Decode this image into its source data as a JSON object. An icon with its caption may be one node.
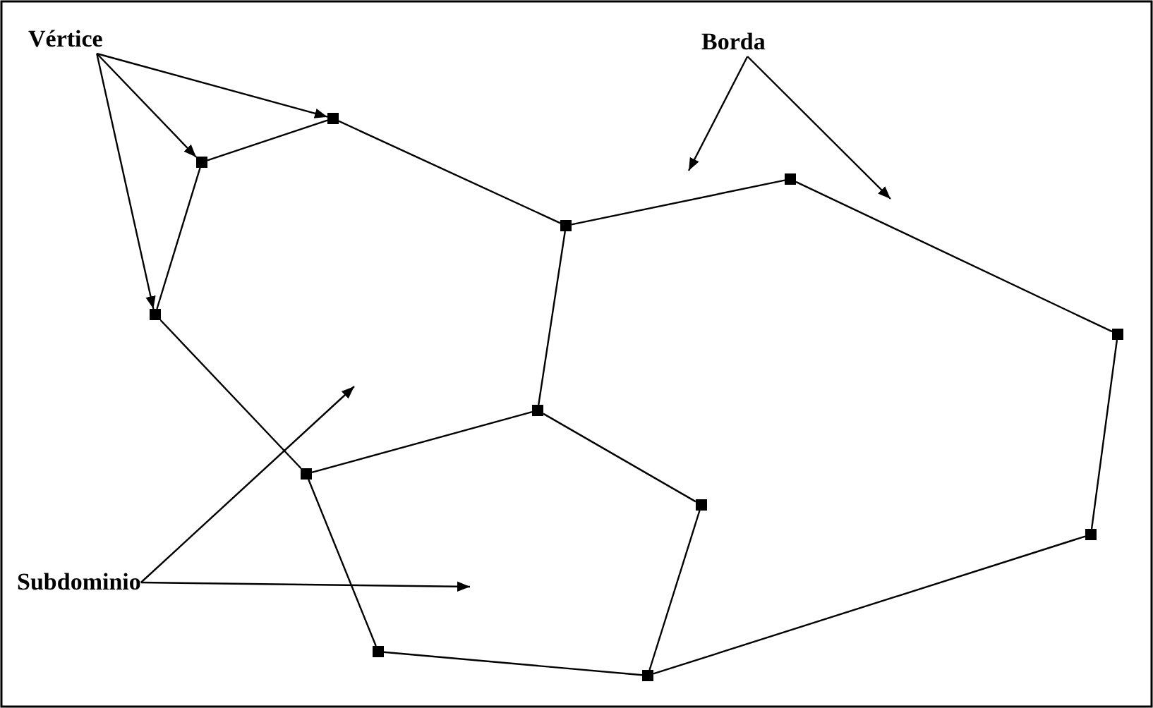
{
  "diagram": {
    "nodes": [
      {
        "text": [
          "Vértice"
        ]
      },
      {
        "text": [
          "Borda"
        ]
      },
      {
        "text": [],
        "shape": "box"
      },
      {
        "text": [],
        "shape": "box"
      },
      {
        "text": [],
        "shape": "box"
      },
      {
        "text": [],
        "shape": "box"
      },
      {
        "text": [],
        "shape": "box"
      },
      {
        "text": [],
        "shape": "box"
      },
      {
        "text": [],
        "shape": "box"
      },
      {
        "text": [],
        "shape": "box"
      },
      {
        "text": [],
        "shape": "box"
      },
      {
        "text": [],
        "shape": "box"
      },
      {
        "text": [],
        "shape": "box"
      },
      {
        "text": [],
        "shape": "box"
      },
      {
        "text": [
          "Subdominio"
        ]
      }
    ],
    "edges": [
      {
        "from": 0,
        "to": 2,
        "arrow": "to"
      },
      {
        "from": 0,
        "to": 3,
        "arrow": "to"
      },
      {
        "from": 0,
        "to": 4,
        "arrow": "to"
      },
      {
        "from": 1,
        "to": null,
        "arrow": "to"
      },
      {
        "from": 1,
        "to": null,
        "arrow": "to"
      },
      {
        "from": 14,
        "to": null,
        "arrow": "to"
      },
      {
        "from": 14,
        "to": null,
        "arrow": "to"
      },
      {
        "from": 3,
        "to": 2,
        "arrow": "none"
      },
      {
        "from": 2,
        "to": 5,
        "arrow": "none"
      },
      {
        "from": 3,
        "to": 4,
        "arrow": "none"
      },
      {
        "from": 4,
        "to": 9,
        "arrow": "none"
      },
      {
        "from": 5,
        "to": 6,
        "arrow": "none"
      },
      {
        "from": 6,
        "to": 7,
        "arrow": "none"
      },
      {
        "from": 5,
        "to": 8,
        "arrow": "none"
      },
      {
        "from": 8,
        "to": 9,
        "arrow": "none"
      },
      {
        "from": 8,
        "to": 10,
        "arrow": "none"
      },
      {
        "from": 7,
        "to": 11,
        "arrow": "none"
      },
      {
        "from": 9,
        "to": 12,
        "arrow": "none"
      },
      {
        "from": 12,
        "to": 13,
        "arrow": "none"
      },
      {
        "from": 10,
        "to": 13,
        "arrow": "none"
      },
      {
        "from": 13,
        "to": 11,
        "arrow": "none"
      }
    ]
  }
}
